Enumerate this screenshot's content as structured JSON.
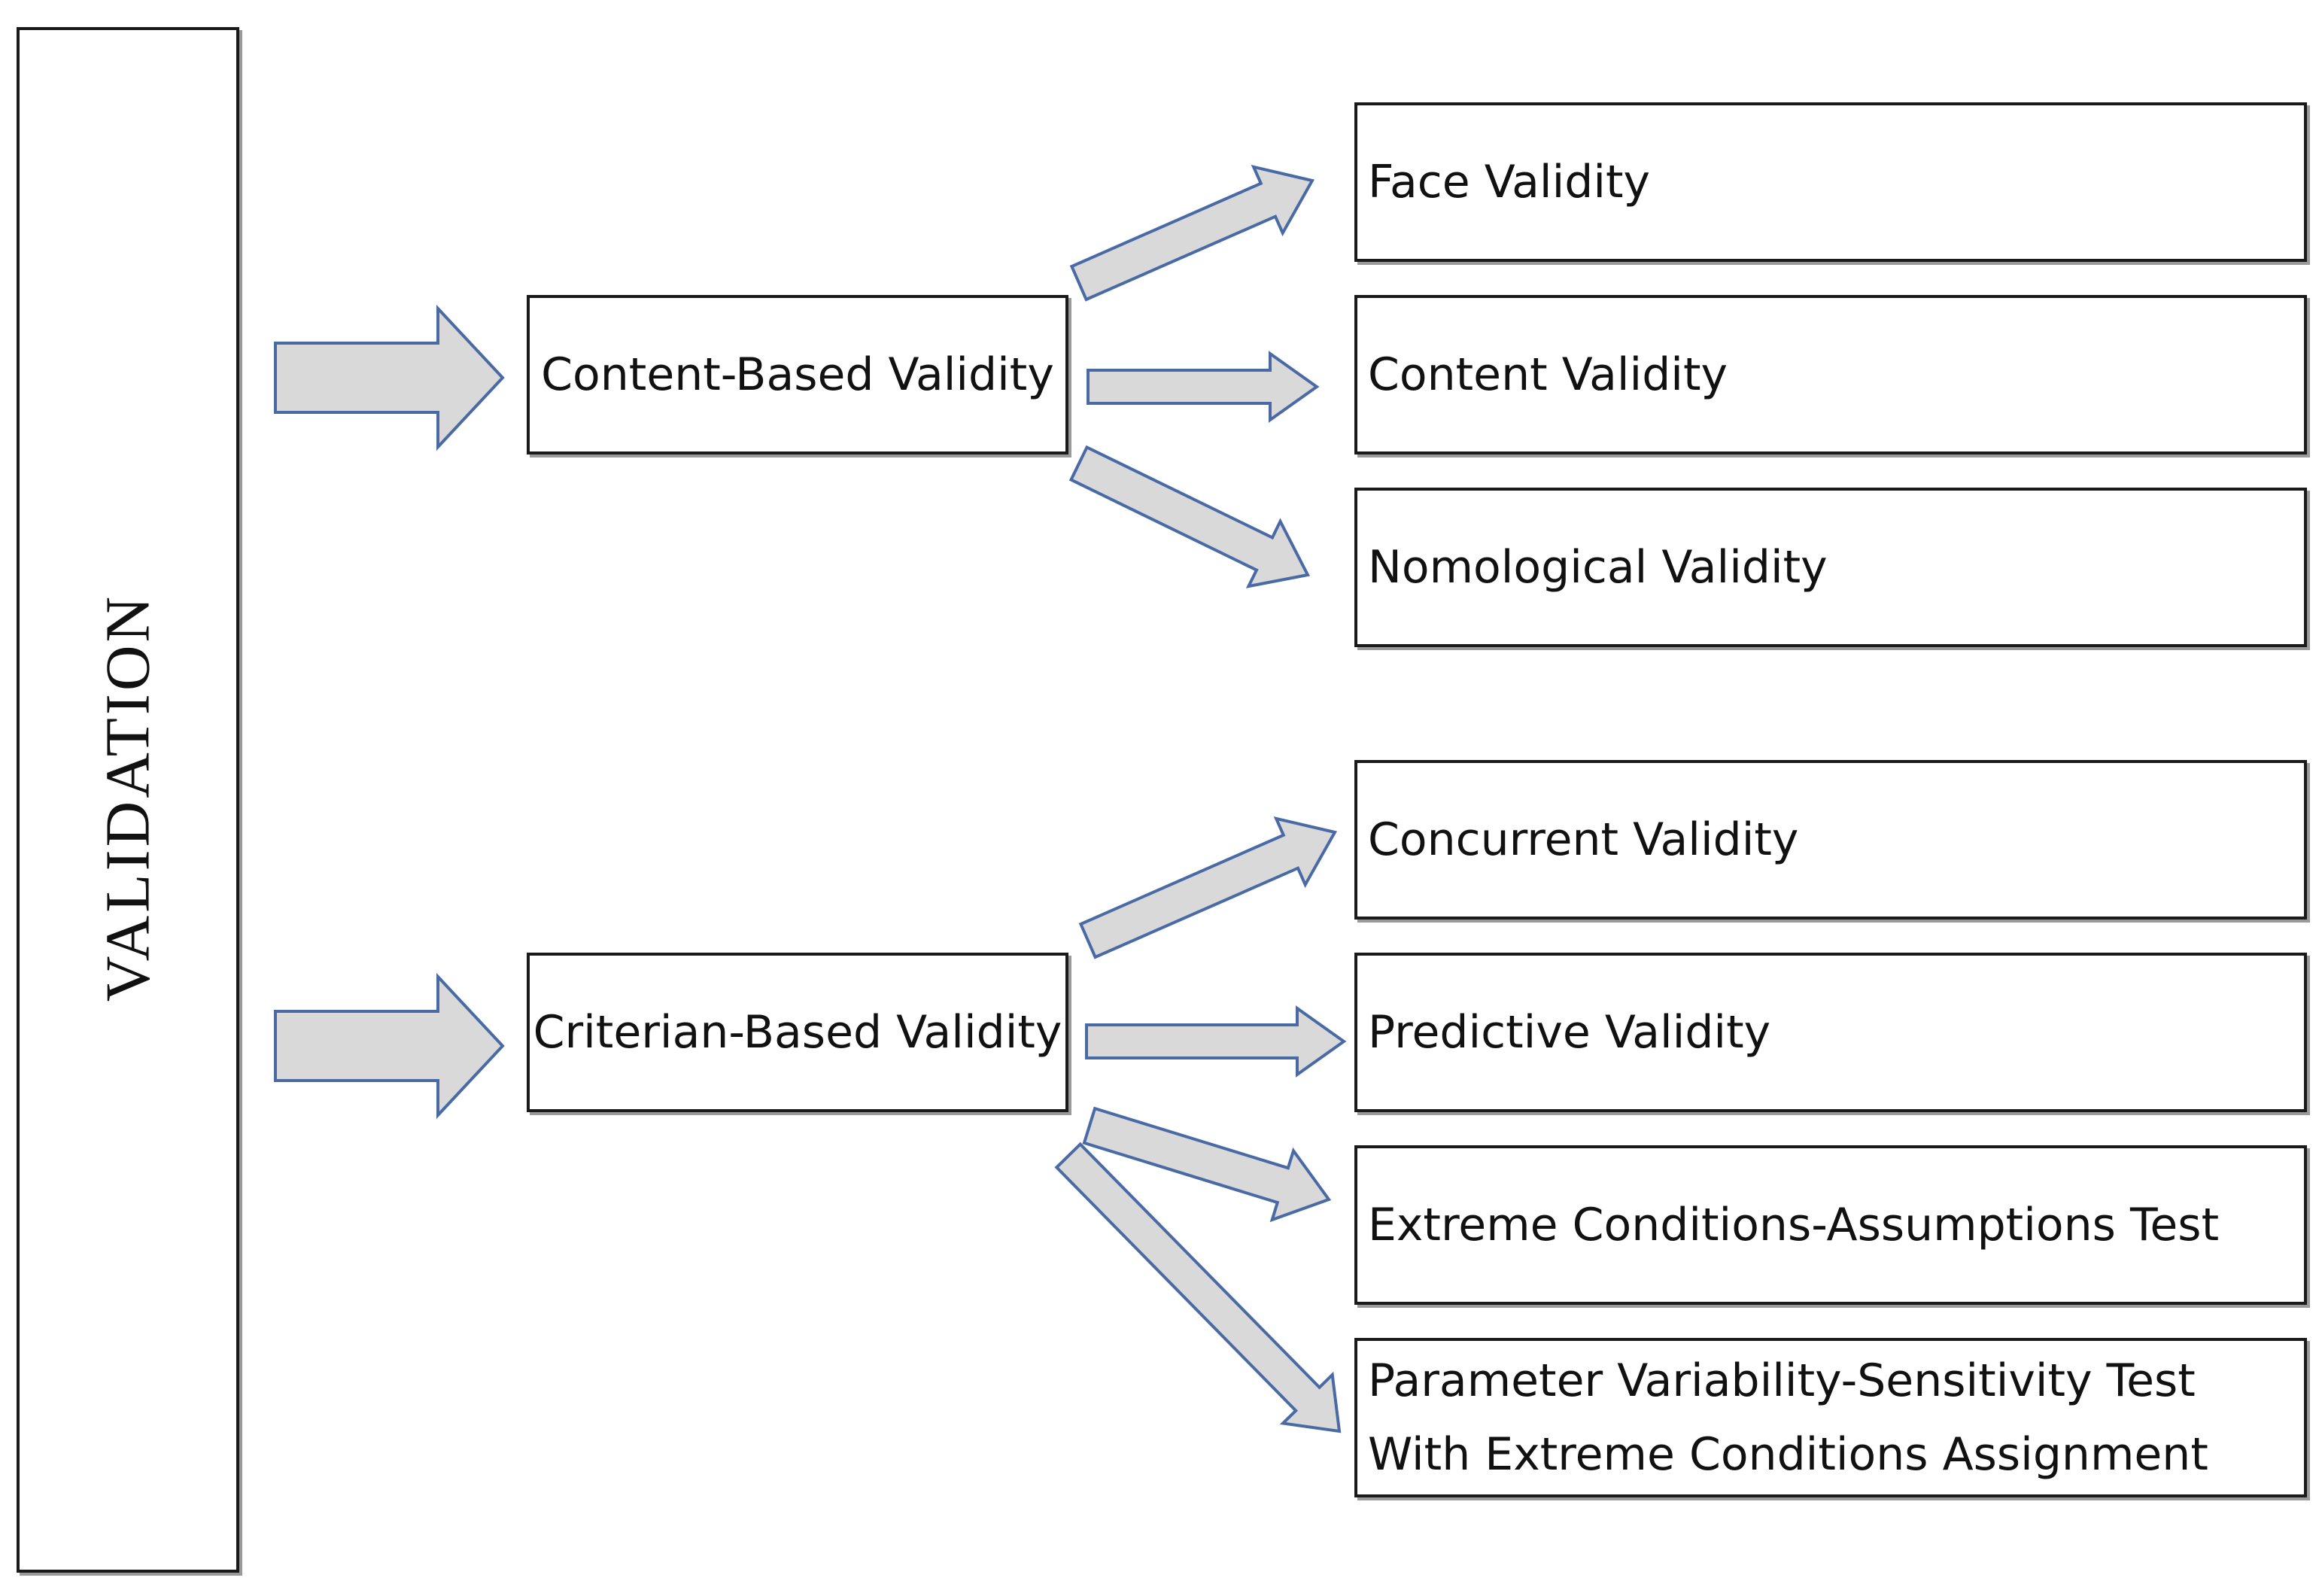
{
  "root": {
    "label": "VALIDATION"
  },
  "groups": [
    {
      "label": "Content-Based Validity",
      "children": [
        "Face Validity",
        "Content Validity",
        "Nomological Validity"
      ]
    },
    {
      "label": "Criterian-Based Validity",
      "children": [
        "Concurrent Validity",
        "Predictive Validity",
        "Extreme Conditions-Assumptions Test",
        "Parameter Variability-Sensitivity Test With Extreme Conditions Assignment"
      ]
    }
  ],
  "colors": {
    "arrow_fill": "#d9d9d9",
    "arrow_stroke": "#4a6aa5",
    "box_border": "#1a1a1a"
  }
}
